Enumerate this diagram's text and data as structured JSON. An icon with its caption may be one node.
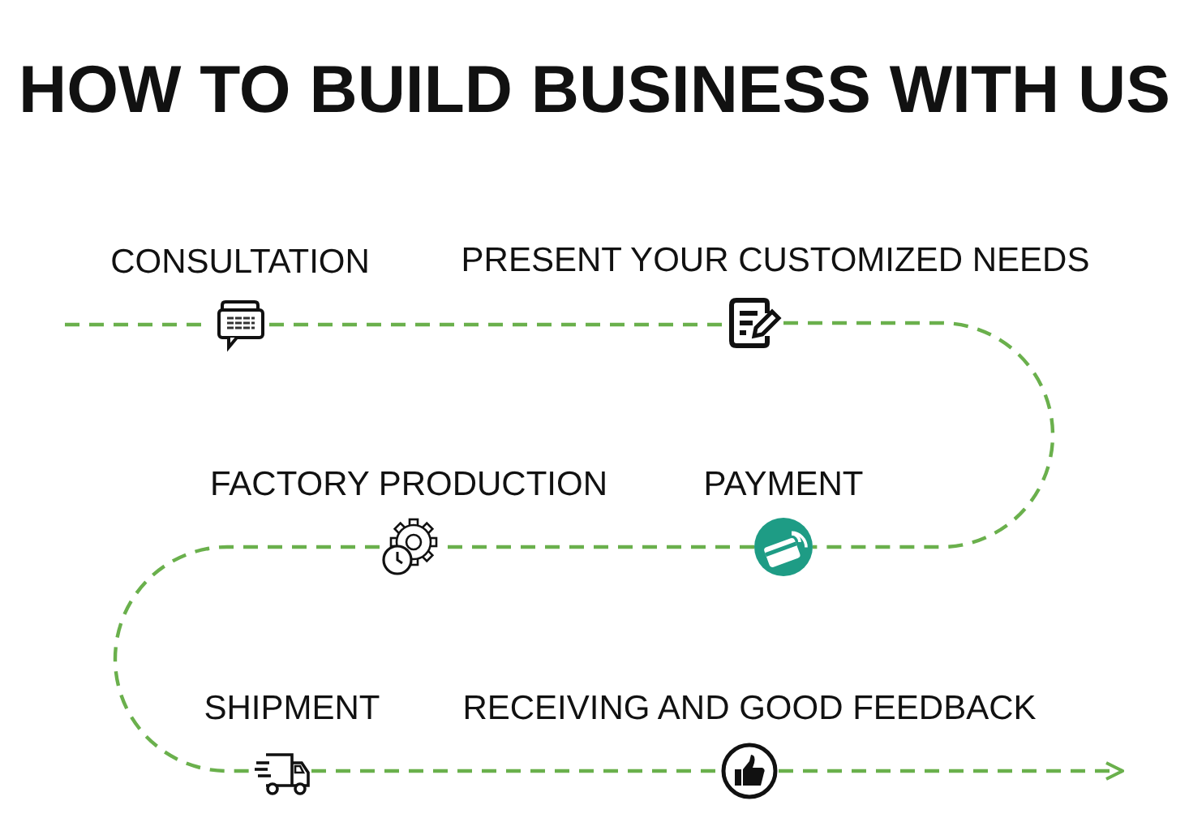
{
  "diagram": {
    "title": "HOW TO BUILD BUSINESS WITH US",
    "nodes": [
      {
        "text": [
          "CONSULTATION"
        ]
      },
      {
        "text": [
          "PRESENT YOUR CUSTOMIZED NEEDS"
        ]
      },
      {
        "text": [
          "PAYMENT"
        ]
      },
      {
        "text": [
          "FACTORY PRODUCTION"
        ]
      },
      {
        "text": [
          "SHIPMENT"
        ]
      },
      {
        "text": [
          "RECEIVING AND GOOD FEEDBACK"
        ]
      }
    ],
    "edges": [
      {
        "from": null,
        "to": 0,
        "arrow": "none",
        "style": "dashed"
      },
      {
        "from": 0,
        "to": 1,
        "arrow": "none",
        "style": "dashed"
      },
      {
        "from": 1,
        "to": 2,
        "arrow": "none",
        "style": "dashed"
      },
      {
        "from": 2,
        "to": 3,
        "arrow": "none",
        "style": "dashed"
      },
      {
        "from": 3,
        "to": 4,
        "arrow": "none",
        "style": "dashed"
      },
      {
        "from": 4,
        "to": 5,
        "arrow": "none",
        "style": "dashed"
      },
      {
        "from": 5,
        "to": null,
        "arrow": "to",
        "style": "dashed"
      }
    ]
  }
}
